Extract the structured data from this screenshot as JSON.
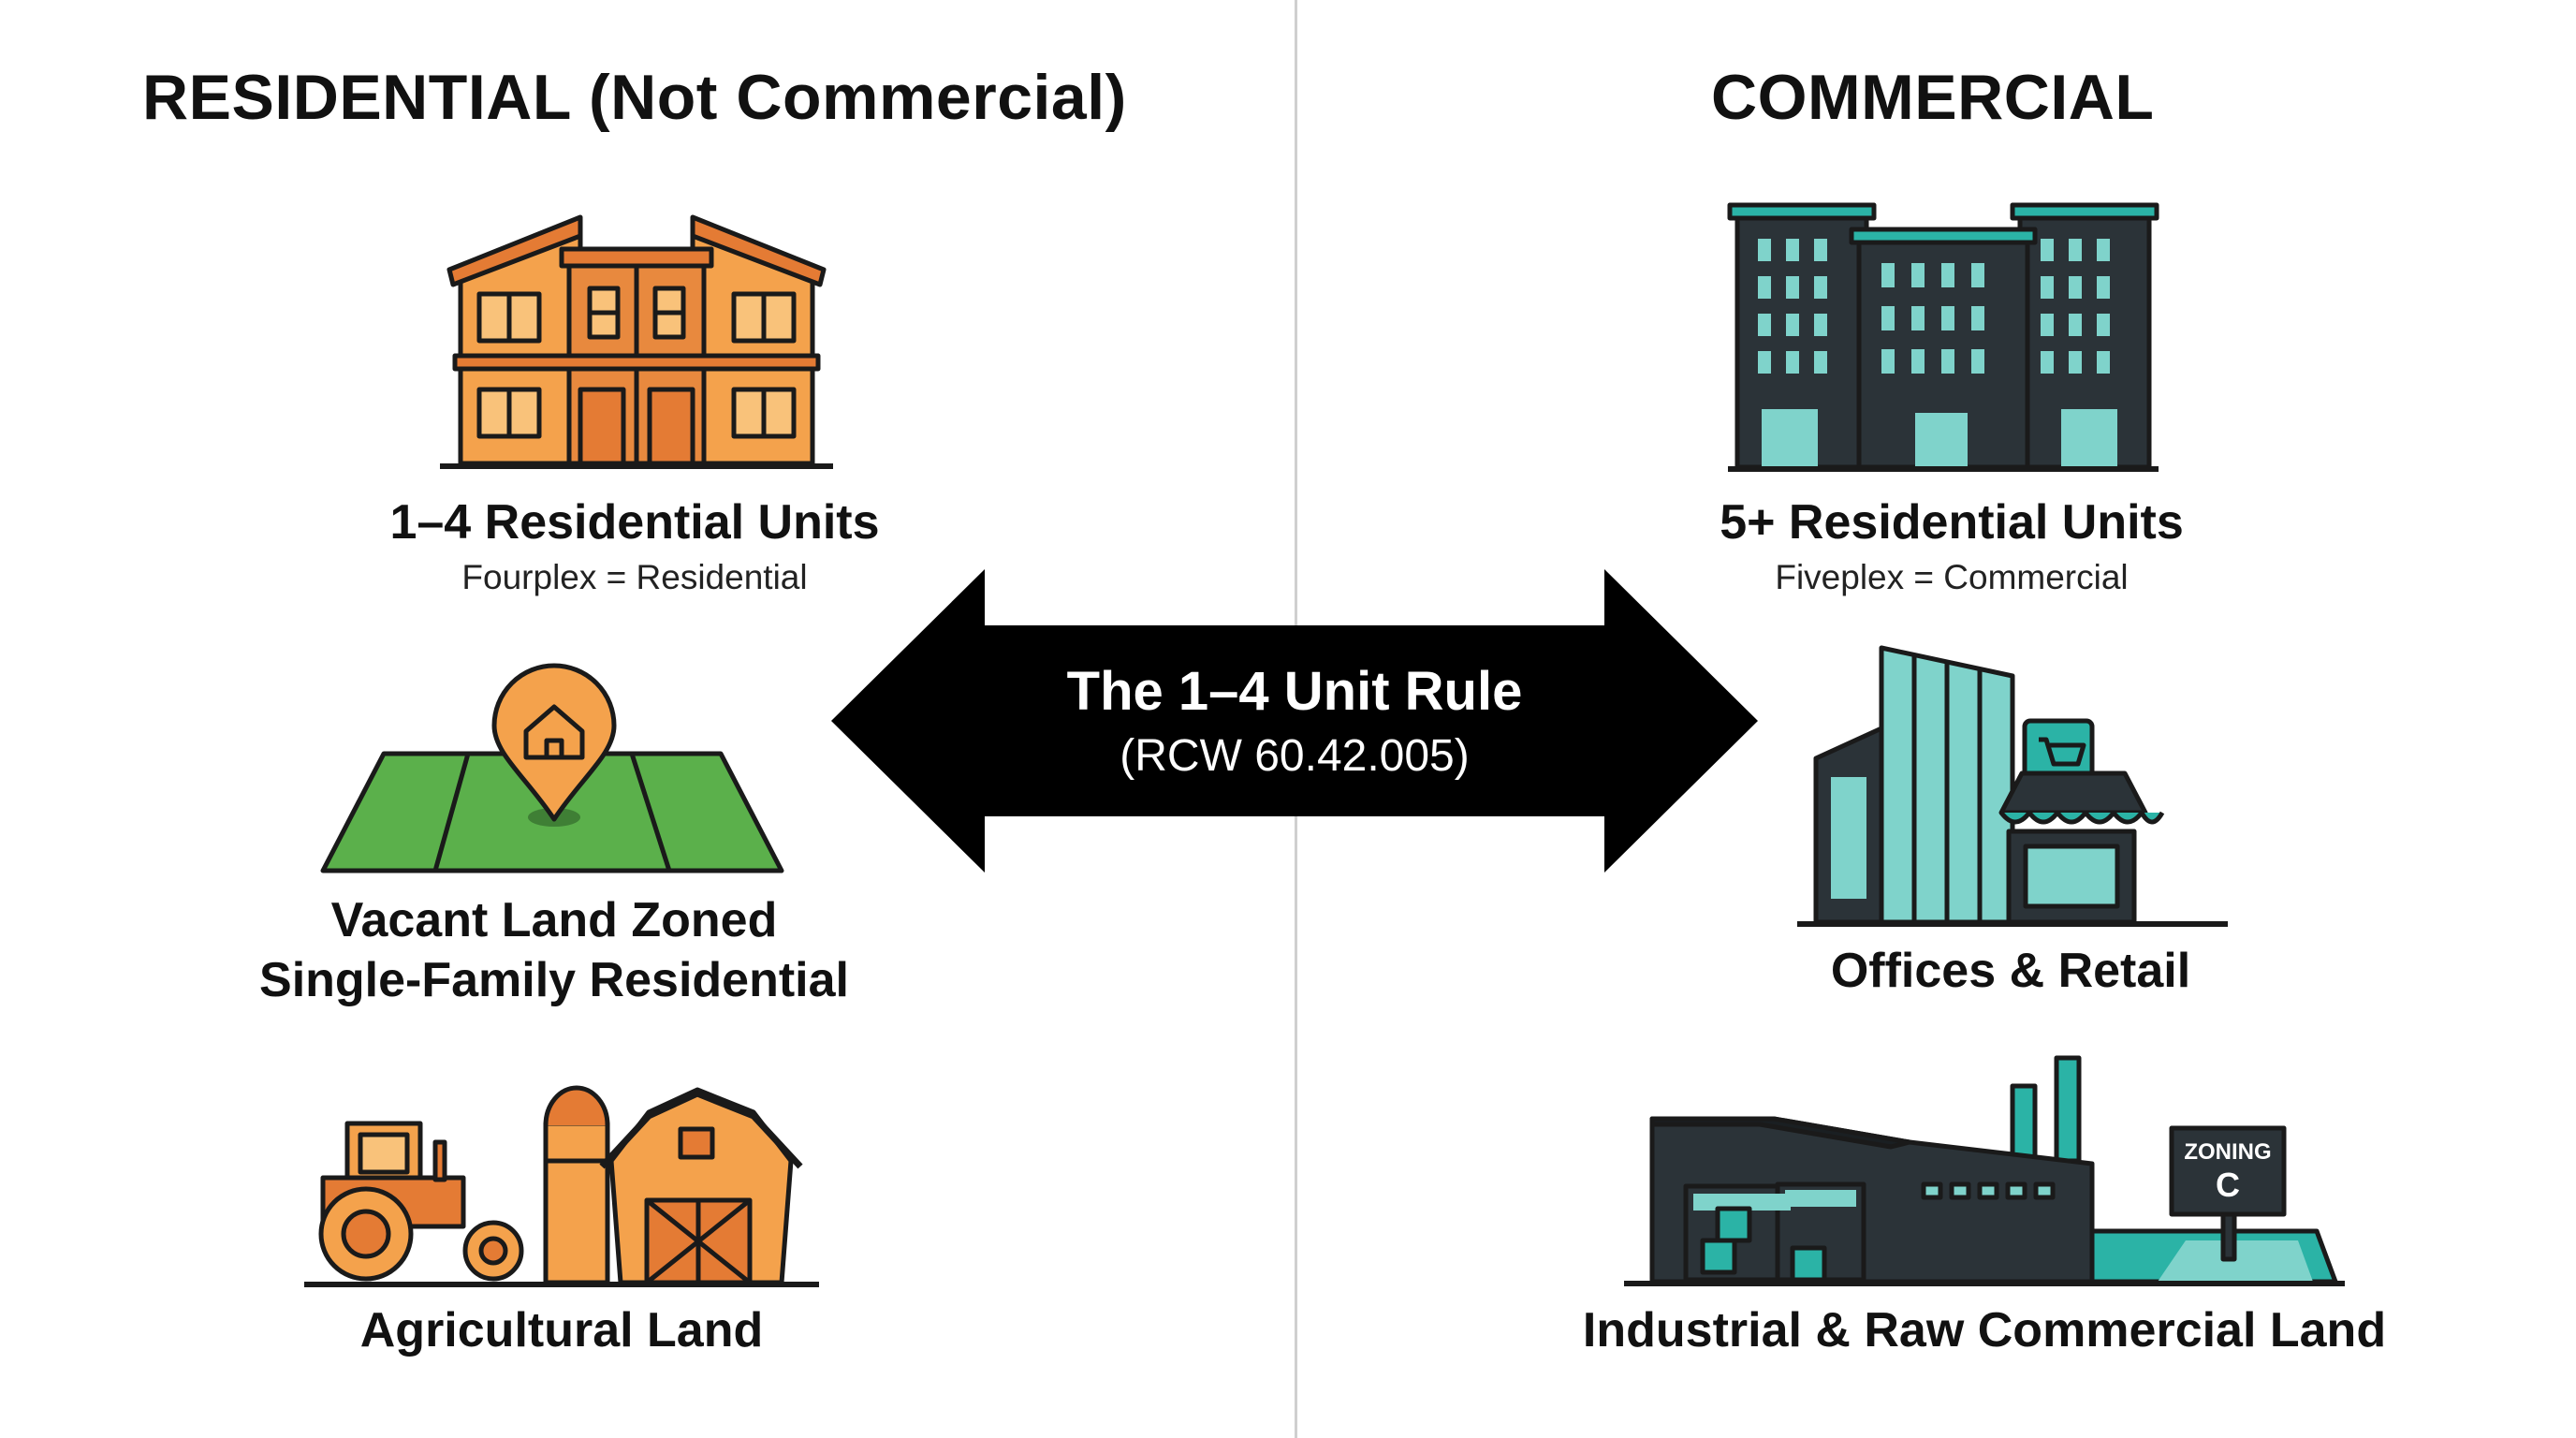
{
  "residential": {
    "heading": "RESIDENTIAL (Not Commercial)",
    "items": [
      {
        "title": "1–4 Residential Units",
        "subtitle": "Fourplex = Residential",
        "icon": "fourplex-house-icon"
      },
      {
        "title_line1": "Vacant Land Zoned",
        "title_line2": "Single-Family Residential",
        "icon": "map-pin-land-icon"
      },
      {
        "title": "Agricultural Land",
        "icon": "farm-tractor-barn-icon"
      }
    ]
  },
  "commercial": {
    "heading": "COMMERCIAL",
    "items": [
      {
        "title": "5+ Residential Units",
        "subtitle": "Fiveplex = Commercial",
        "icon": "apartment-building-icon"
      },
      {
        "title": "Offices & Retail",
        "icon": "office-store-icon"
      },
      {
        "title": "Industrial & Raw Commercial Land",
        "icon": "factory-zoning-icon",
        "sign_line1": "ZONING",
        "sign_line2": "C"
      }
    ]
  },
  "center": {
    "title": "The 1–4 Unit Rule",
    "subtitle": "(RCW 60.42.005)"
  },
  "colors": {
    "orange_light": "#F4A24C",
    "orange_dark": "#E47B34",
    "teal": "#2BB3A6",
    "dark": "#2B3338",
    "green": "#5BB04B",
    "black": "#000000"
  }
}
